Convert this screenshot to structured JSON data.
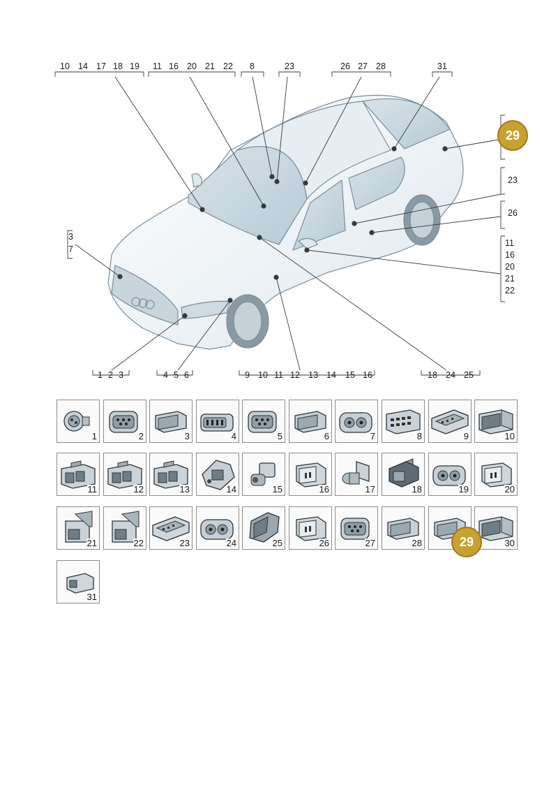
{
  "callout_groups": {
    "top_1": [
      "10",
      "14",
      "17",
      "18",
      "19"
    ],
    "top_2": [
      "11",
      "16",
      "20",
      "21",
      "22"
    ],
    "top_3": [
      "8"
    ],
    "top_4": [
      "23"
    ],
    "top_5": [
      "26",
      "27",
      "28"
    ],
    "top_6": [
      "31"
    ],
    "left_1": [
      "3",
      "7"
    ],
    "right_1": [
      "23"
    ],
    "right_2": [
      "26"
    ],
    "right_3": [
      "11",
      "16",
      "20",
      "21",
      "22"
    ],
    "bottom_1": [
      "1",
      "2",
      "3"
    ],
    "bottom_2": [
      "4",
      "5",
      "6"
    ],
    "bottom_3": [
      "9",
      "10",
      "11",
      "12",
      "13",
      "14",
      "15",
      "16"
    ],
    "bottom_4": [
      "18",
      "24",
      "25"
    ]
  },
  "highlight_badge": "29",
  "connectors": [
    {
      "num": "1",
      "icon": "round-connector-icon"
    },
    {
      "num": "2",
      "icon": "multipin-connector-icon"
    },
    {
      "num": "3",
      "icon": "flat-connector-icon"
    },
    {
      "num": "4",
      "icon": "wide-connector-icon"
    },
    {
      "num": "5",
      "icon": "multipin-connector-icon"
    },
    {
      "num": "6",
      "icon": "flat-connector-icon"
    },
    {
      "num": "7",
      "icon": "twin-round-connector-icon"
    },
    {
      "num": "8",
      "icon": "grid-connector-icon"
    },
    {
      "num": "9",
      "icon": "flat-housing-connector-icon"
    },
    {
      "num": "10",
      "icon": "block-connector-icon"
    },
    {
      "num": "11",
      "icon": "box-connector-icon"
    },
    {
      "num": "12",
      "icon": "box-connector-icon"
    },
    {
      "num": "13",
      "icon": "box-connector-icon"
    },
    {
      "num": "14",
      "icon": "angled-connector-icon"
    },
    {
      "num": "15",
      "icon": "coax-connector-icon"
    },
    {
      "num": "16",
      "icon": "open-box-connector-icon"
    },
    {
      "num": "17",
      "icon": "round-plug-connector-icon"
    },
    {
      "num": "18",
      "icon": "latched-connector-icon"
    },
    {
      "num": "19",
      "icon": "twin-round-connector-icon"
    },
    {
      "num": "20",
      "icon": "open-box-connector-icon"
    },
    {
      "num": "21",
      "icon": "latched-box-connector-icon"
    },
    {
      "num": "22",
      "icon": "latched-box-connector-icon"
    },
    {
      "num": "23",
      "icon": "flat-housing-connector-icon"
    },
    {
      "num": "24",
      "icon": "twin-round-connector-icon"
    },
    {
      "num": "25",
      "icon": "angled-housing-connector-icon"
    },
    {
      "num": "26",
      "icon": "open-box-connector-icon"
    },
    {
      "num": "27",
      "icon": "multipin-connector-icon"
    },
    {
      "num": "28",
      "icon": "flat-connector-icon"
    },
    {
      "num": "29",
      "icon": "flat-connector-icon"
    },
    {
      "num": "30",
      "icon": "block-connector-icon"
    },
    {
      "num": "31",
      "icon": "small-plug-connector-icon"
    }
  ]
}
